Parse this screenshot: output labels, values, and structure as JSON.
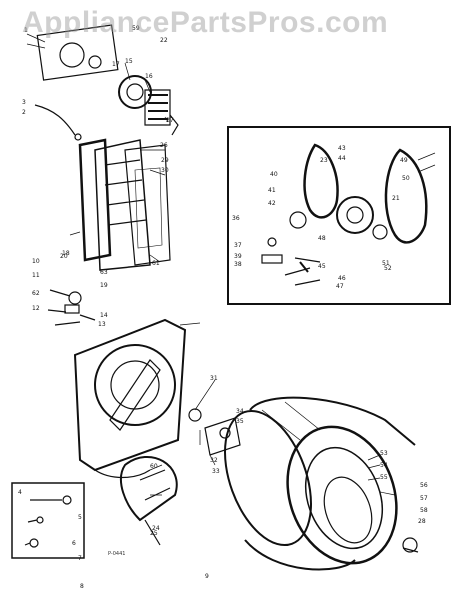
{
  "watermark": "AppliancePartsPros.com",
  "diagram_code": "P-0441",
  "colors": {
    "ink": "#111111",
    "watermark": "#969696",
    "background": "#ffffff"
  },
  "part_labels": [
    "1",
    "2",
    "3",
    "4",
    "5",
    "6",
    "7",
    "8",
    "9",
    "10",
    "11",
    "12",
    "13",
    "14",
    "15",
    "16",
    "17",
    "18",
    "19",
    "20",
    "21",
    "22",
    "23",
    "24",
    "25",
    "26",
    "27",
    "28",
    "29",
    "30",
    "31",
    "32",
    "33",
    "34",
    "35",
    "36",
    "37",
    "38",
    "39",
    "40",
    "41",
    "42",
    "43",
    "44",
    "45",
    "46",
    "47",
    "48",
    "49",
    "50",
    "51",
    "52",
    "53",
    "54",
    "55",
    "56",
    "57",
    "58",
    "59",
    "60",
    "61",
    "62",
    "63"
  ]
}
